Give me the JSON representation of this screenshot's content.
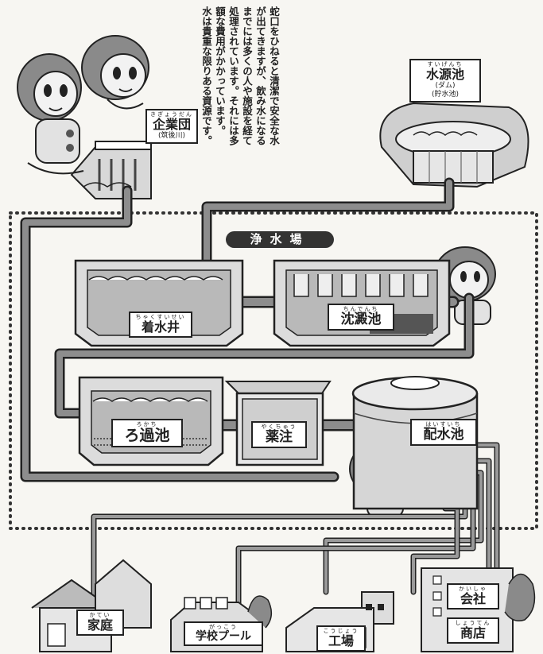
{
  "explanation": [
    "蛇口をひねると清潔で安全な水",
    "が出てきますが、飲み水になる",
    "までには多くの人や施設を経て",
    "処理されています。それには多",
    "額な費用がかかっています。",
    "水は貴重な限りある資源です。"
  ],
  "plant_title": "浄水場",
  "labels": {
    "enterprise": {
      "ruby": "きぎょうだん",
      "main": "企業団",
      "sub": "(筑後川)"
    },
    "source": {
      "ruby": "すいげんち",
      "main": "水源池",
      "sub1": "(ダム)",
      "sub2": "(貯水池)"
    },
    "intake": {
      "ruby": "ちゃくすいせい",
      "main": "着水井"
    },
    "sedimentation": {
      "ruby": "ちんでんち",
      "main": "沈澱池"
    },
    "filtration": {
      "ruby": "ろかち",
      "main": "ろ過池"
    },
    "chemical": {
      "ruby": "やくちゅう",
      "main": "薬注"
    },
    "distribution": {
      "ruby": "はいすいち",
      "main": "配水池"
    },
    "home": {
      "ruby": "かてい",
      "main": "家庭"
    },
    "school_pool": {
      "ruby": "がっこう",
      "main": "学校プール"
    },
    "factory": {
      "ruby": "こうじょう",
      "main": "工場"
    },
    "company": {
      "ruby": "かいしゃ",
      "main": "会社"
    },
    "shop": {
      "ruby": "しょうてん",
      "main": "商店"
    }
  }
}
